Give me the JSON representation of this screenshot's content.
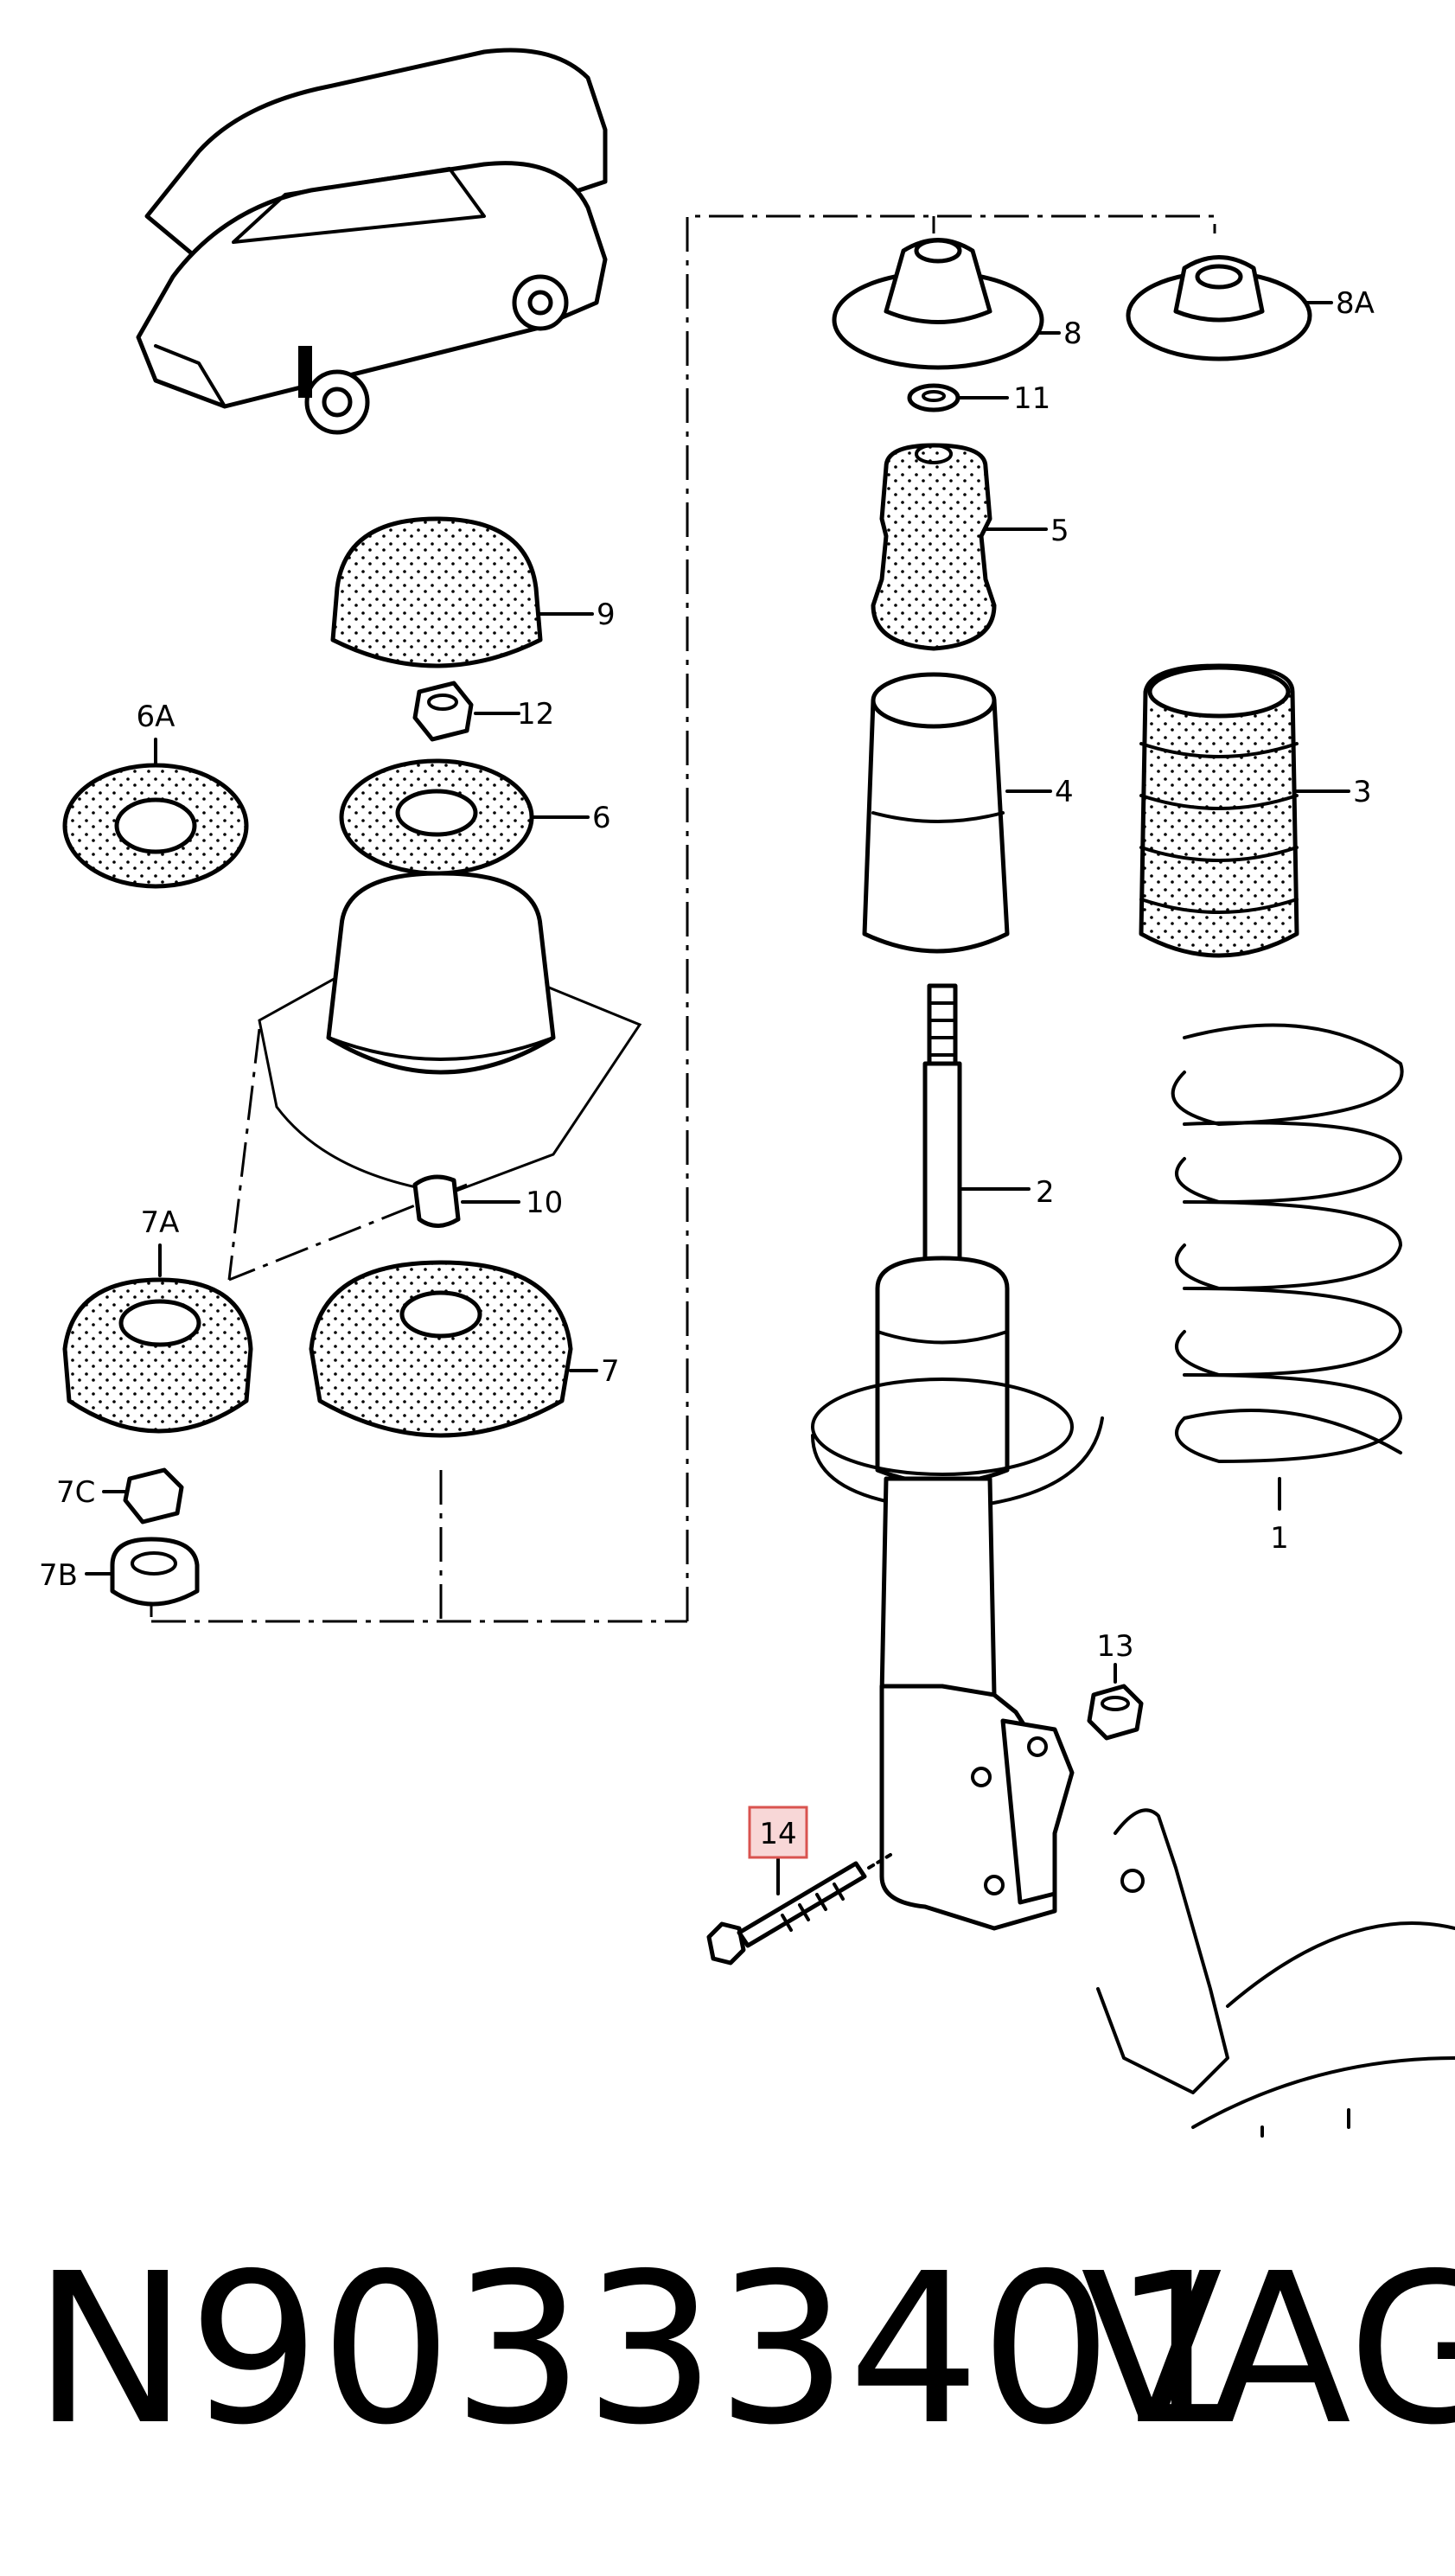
{
  "labels": {
    "l1": "1",
    "l2": "2",
    "l3": "3",
    "l4": "4",
    "l5": "5",
    "l6": "6",
    "l6a": "6A",
    "l7": "7",
    "l7a": "7A",
    "l7b": "7B",
    "l7c": "7C",
    "l8": "8",
    "l8a": "8A",
    "l9": "9",
    "l10": "10",
    "l11": "11",
    "l12": "12",
    "l13": "13",
    "l14": "14"
  },
  "footer": {
    "part_number": "N90333401",
    "brand": "VAG"
  },
  "colors": {
    "highlight_stroke": "#d9534f",
    "highlight_fill": "#f8d7d7",
    "ink": "#000000"
  },
  "icons": [
    "car-illustration",
    "strut-mount-icon",
    "coil-spring-icon",
    "bolt-icon",
    "nut-icon",
    "steering-knuckle-icon"
  ]
}
